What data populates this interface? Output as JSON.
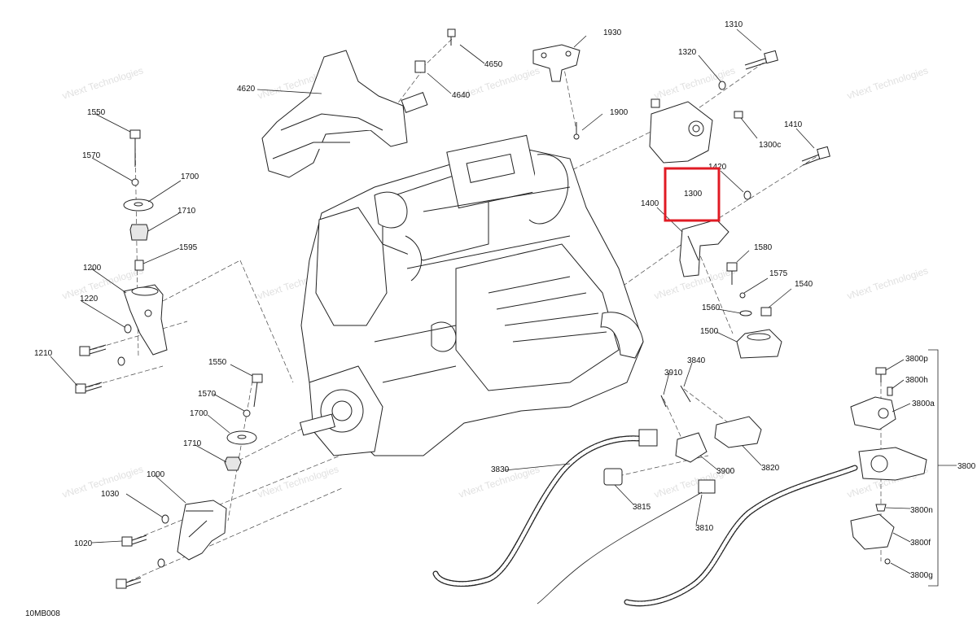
{
  "diagram": {
    "code": "10MB008",
    "watermark": "vNext Technologies",
    "highlight_color": "#e01b24",
    "callouts": {
      "c1930": "1930",
      "c4650": "4650",
      "c4640": "4640",
      "c4620": "4620",
      "c1310": "1310",
      "c1320": "1320",
      "c1900": "1900",
      "c1300c": "1300c",
      "c1410": "1410",
      "c1420": "1420",
      "c1300": "1300",
      "c1400": "1400",
      "c1550a": "1550",
      "c1570a": "1570",
      "c1700a": "1700",
      "c1710a": "1710",
      "c1595": "1595",
      "c1200": "1200",
      "c1220": "1220",
      "c1210": "1210",
      "c1580": "1580",
      "c1575": "1575",
      "c1540": "1540",
      "c1560": "1560",
      "c1500": "1500",
      "c3910": "3910",
      "c3840": "3840",
      "c3800p": "3800p",
      "c3800h": "3800h",
      "c3800a": "3800a",
      "c3800": "3800",
      "c1550b": "1550",
      "c1570b": "1570",
      "c1700b": "1700",
      "c1710b": "1710",
      "c3830": "3830",
      "c3900": "3900",
      "c3820": "3820",
      "c1000": "1000",
      "c1030": "1030",
      "c1020": "1020",
      "c3815": "3815",
      "c3810": "3810",
      "c3800n": "3800n",
      "c3800f": "3800f",
      "c3800g": "3800g"
    }
  }
}
